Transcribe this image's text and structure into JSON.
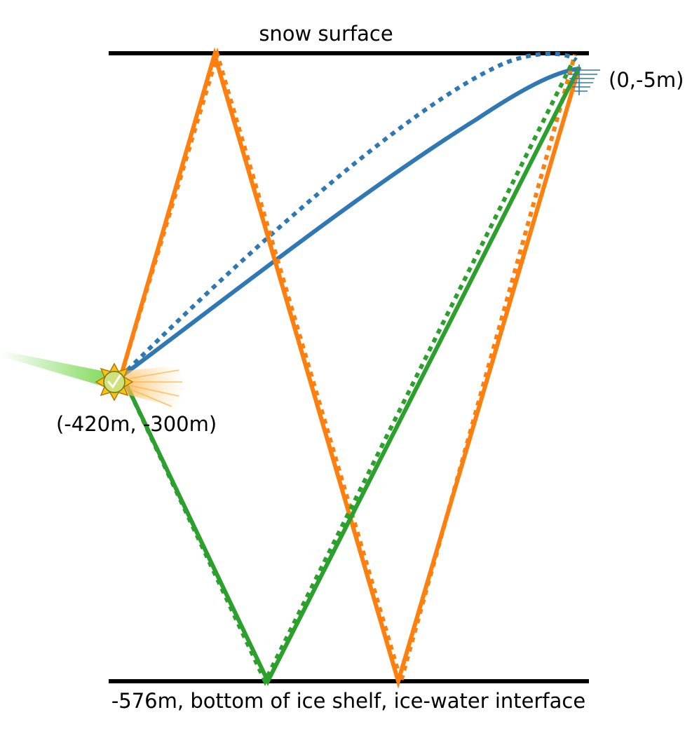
{
  "labels": {
    "surface": "snow surface",
    "receiver": "(0,-5m)",
    "source": "(-420m, -300m)",
    "bottom": "-576m, bottom of ice shelf, ice-water interface"
  },
  "colors": {
    "blue": "#2f78b4",
    "orange": "#ff7f0e",
    "green": "#2ca02c",
    "boundary": "#000000"
  },
  "icons": {
    "source": "neutrino-source-icon",
    "receiver": "antenna-receiver-icon"
  }
}
